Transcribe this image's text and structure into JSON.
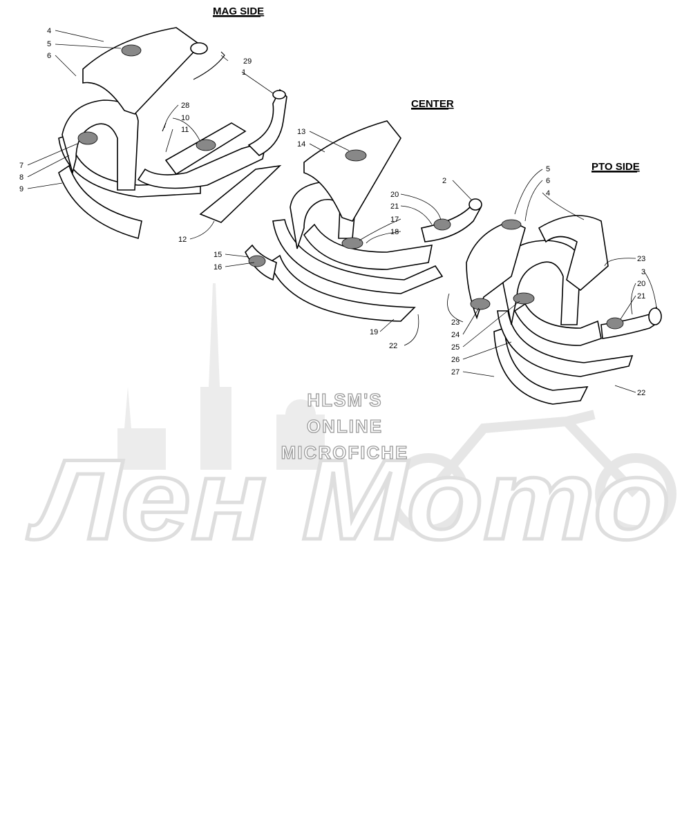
{
  "sections": {
    "mag_side": "MAG SIDE",
    "center": "CENTER",
    "pto_side": "PTO SIDE"
  },
  "callouts": {
    "c4a": "4",
    "c5a": "5",
    "c6a": "6",
    "c29": "29",
    "c1": "1",
    "c28": "28",
    "c10": "10",
    "c11": "11",
    "c7": "7",
    "c8": "8",
    "c9": "9",
    "c12": "12",
    "c13": "13",
    "c14": "14",
    "c2": "2",
    "c20a": "20",
    "c21a": "21",
    "c17": "17",
    "c18": "18",
    "c15": "15",
    "c16": "16",
    "c19": "19",
    "c22a": "22",
    "c5b": "5",
    "c6b": "6",
    "c4b": "4",
    "c23a": "23",
    "c3": "3",
    "c20b": "20",
    "c21b": "21",
    "c23b": "23",
    "c24": "24",
    "c25": "25",
    "c26": "26",
    "c27": "27",
    "c22b": "22"
  },
  "watermark": {
    "line1": "HLSM'S",
    "line2": "ONLINE",
    "line3": "MICROFICHE",
    "brand": "Лен Мото"
  },
  "colors": {
    "ink": "#000000",
    "watermark_gray": "#dedede",
    "background": "#ffffff"
  }
}
